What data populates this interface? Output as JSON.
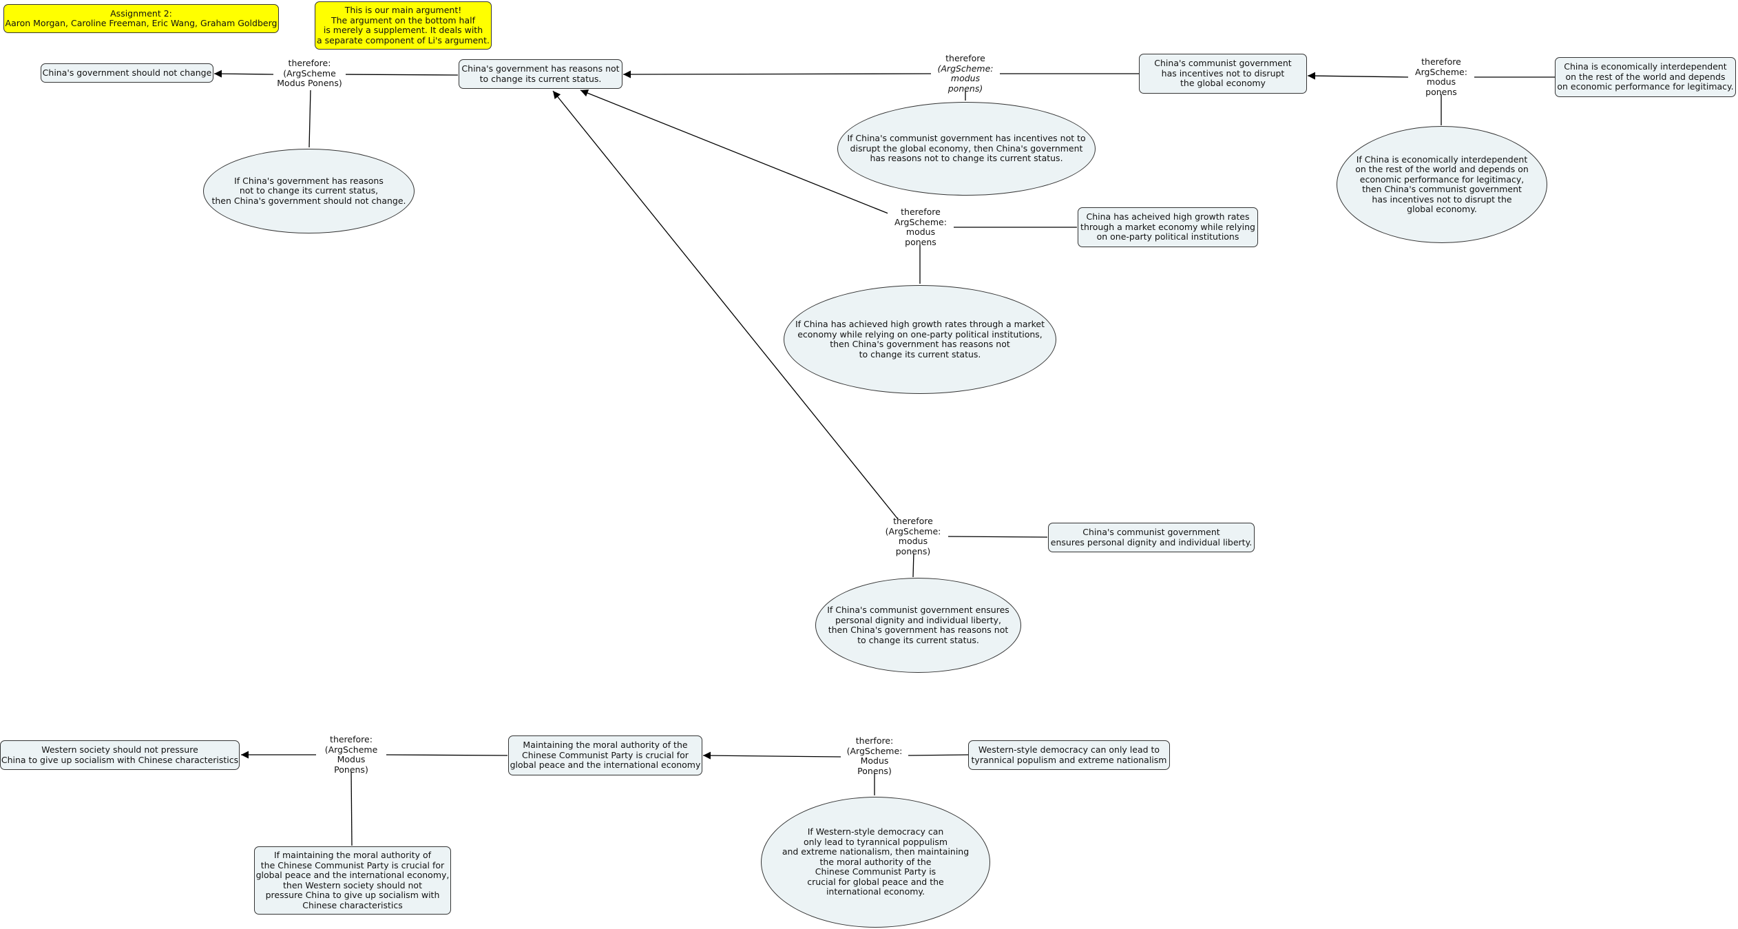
{
  "colors": {
    "node_fill": "#ecf3f5",
    "note_fill": "#ffff00",
    "line": "#000000",
    "background": "#ffffff"
  },
  "notes": {
    "authors": "Assignment 2:\nAaron Morgan, Caroline Freeman, Eric Wang, Graham Goldberg",
    "main": "This is our main argument!\nThe argument on the bottom half\nis merely a supplement. It deals with\na separate component of Li's argument."
  },
  "concepts": {
    "should_not_change": "China's government should not change",
    "reasons_not_change": "China's government has reasons not\nto change its current status.",
    "incentives": "China's communist government\nhas incentives not to disrupt\nthe global economy",
    "interdependent": "China is economically interdependent\non the rest of the world and depends\non economic performance for legitimacy.",
    "high_growth": "China has acheived high growth rates\nthrough a market economy while relying\non one-party political institutions",
    "dignity": "China's communist government\nensures personal dignity and individual liberty.",
    "west_should_not": "Western society should not pressure\nChina to give up socialism with Chinese characteristics",
    "moral_authority": "Maintaining the moral authority of the\nChinese Communist Party is crucial for\nglobal peace and the international economy",
    "western_democracy": "Western-style democracy can only lead to\ntyrannical populism and extreme nationalism",
    "prem_should_not": "If China's government has reasons\nnot to change its current status,\nthen China's government should not change.",
    "prem_incentives": "If China's communist government has incentives not to\ndisrupt the global economy, then China's government\nhas reasons not to change its current status.",
    "prem_interdependent": "If China is economically interdependent\non the rest of the world and depends on\neconomic performance for legitimacy,\nthen China's communist government\nhas incentives not to disrupt the\nglobal economy.",
    "prem_high_growth": "If China has achieved high growth rates through a market\neconomy while relying on one-party political institutions,\nthen China's government has reasons not\nto change its current status.",
    "prem_dignity": "If China's communist government ensures\npersonal dignity and individual liberty,\nthen China's government has reasons not\nto change its current status.",
    "prem_moral": "If maintaining the moral authority of\nthe Chinese Communist Party is crucial for\nglobal peace and the international economy,\nthen Western society should not\npressure China to give up socialism with\nChinese characteristics",
    "prem_western": "If Western-style democracy can\nonly lead to tyrannical poppulism\nand extreme nationalism, then maintaining\nthe moral authority of the\nChinese Communist Party is\ncrucial for global peace and the\ninternational economy."
  },
  "linking_phrases": {
    "l1": "therefore:\n(ArgScheme\nModus Ponens)",
    "l2_a": "therefore",
    "l2_b": "(ArgScheme:\nmodus ponens)",
    "l3": "therefore\nArgScheme:\nmodus ponens",
    "l4": "therefore\nArgScheme:\nmodus ponens",
    "l5": "therefore\n(ArgScheme:\nmodus ponens)",
    "l6": "therefore:\n(ArgScheme\nModus Ponens)",
    "l7": "therfore:\n(ArgScheme:\nModus Ponens)"
  }
}
